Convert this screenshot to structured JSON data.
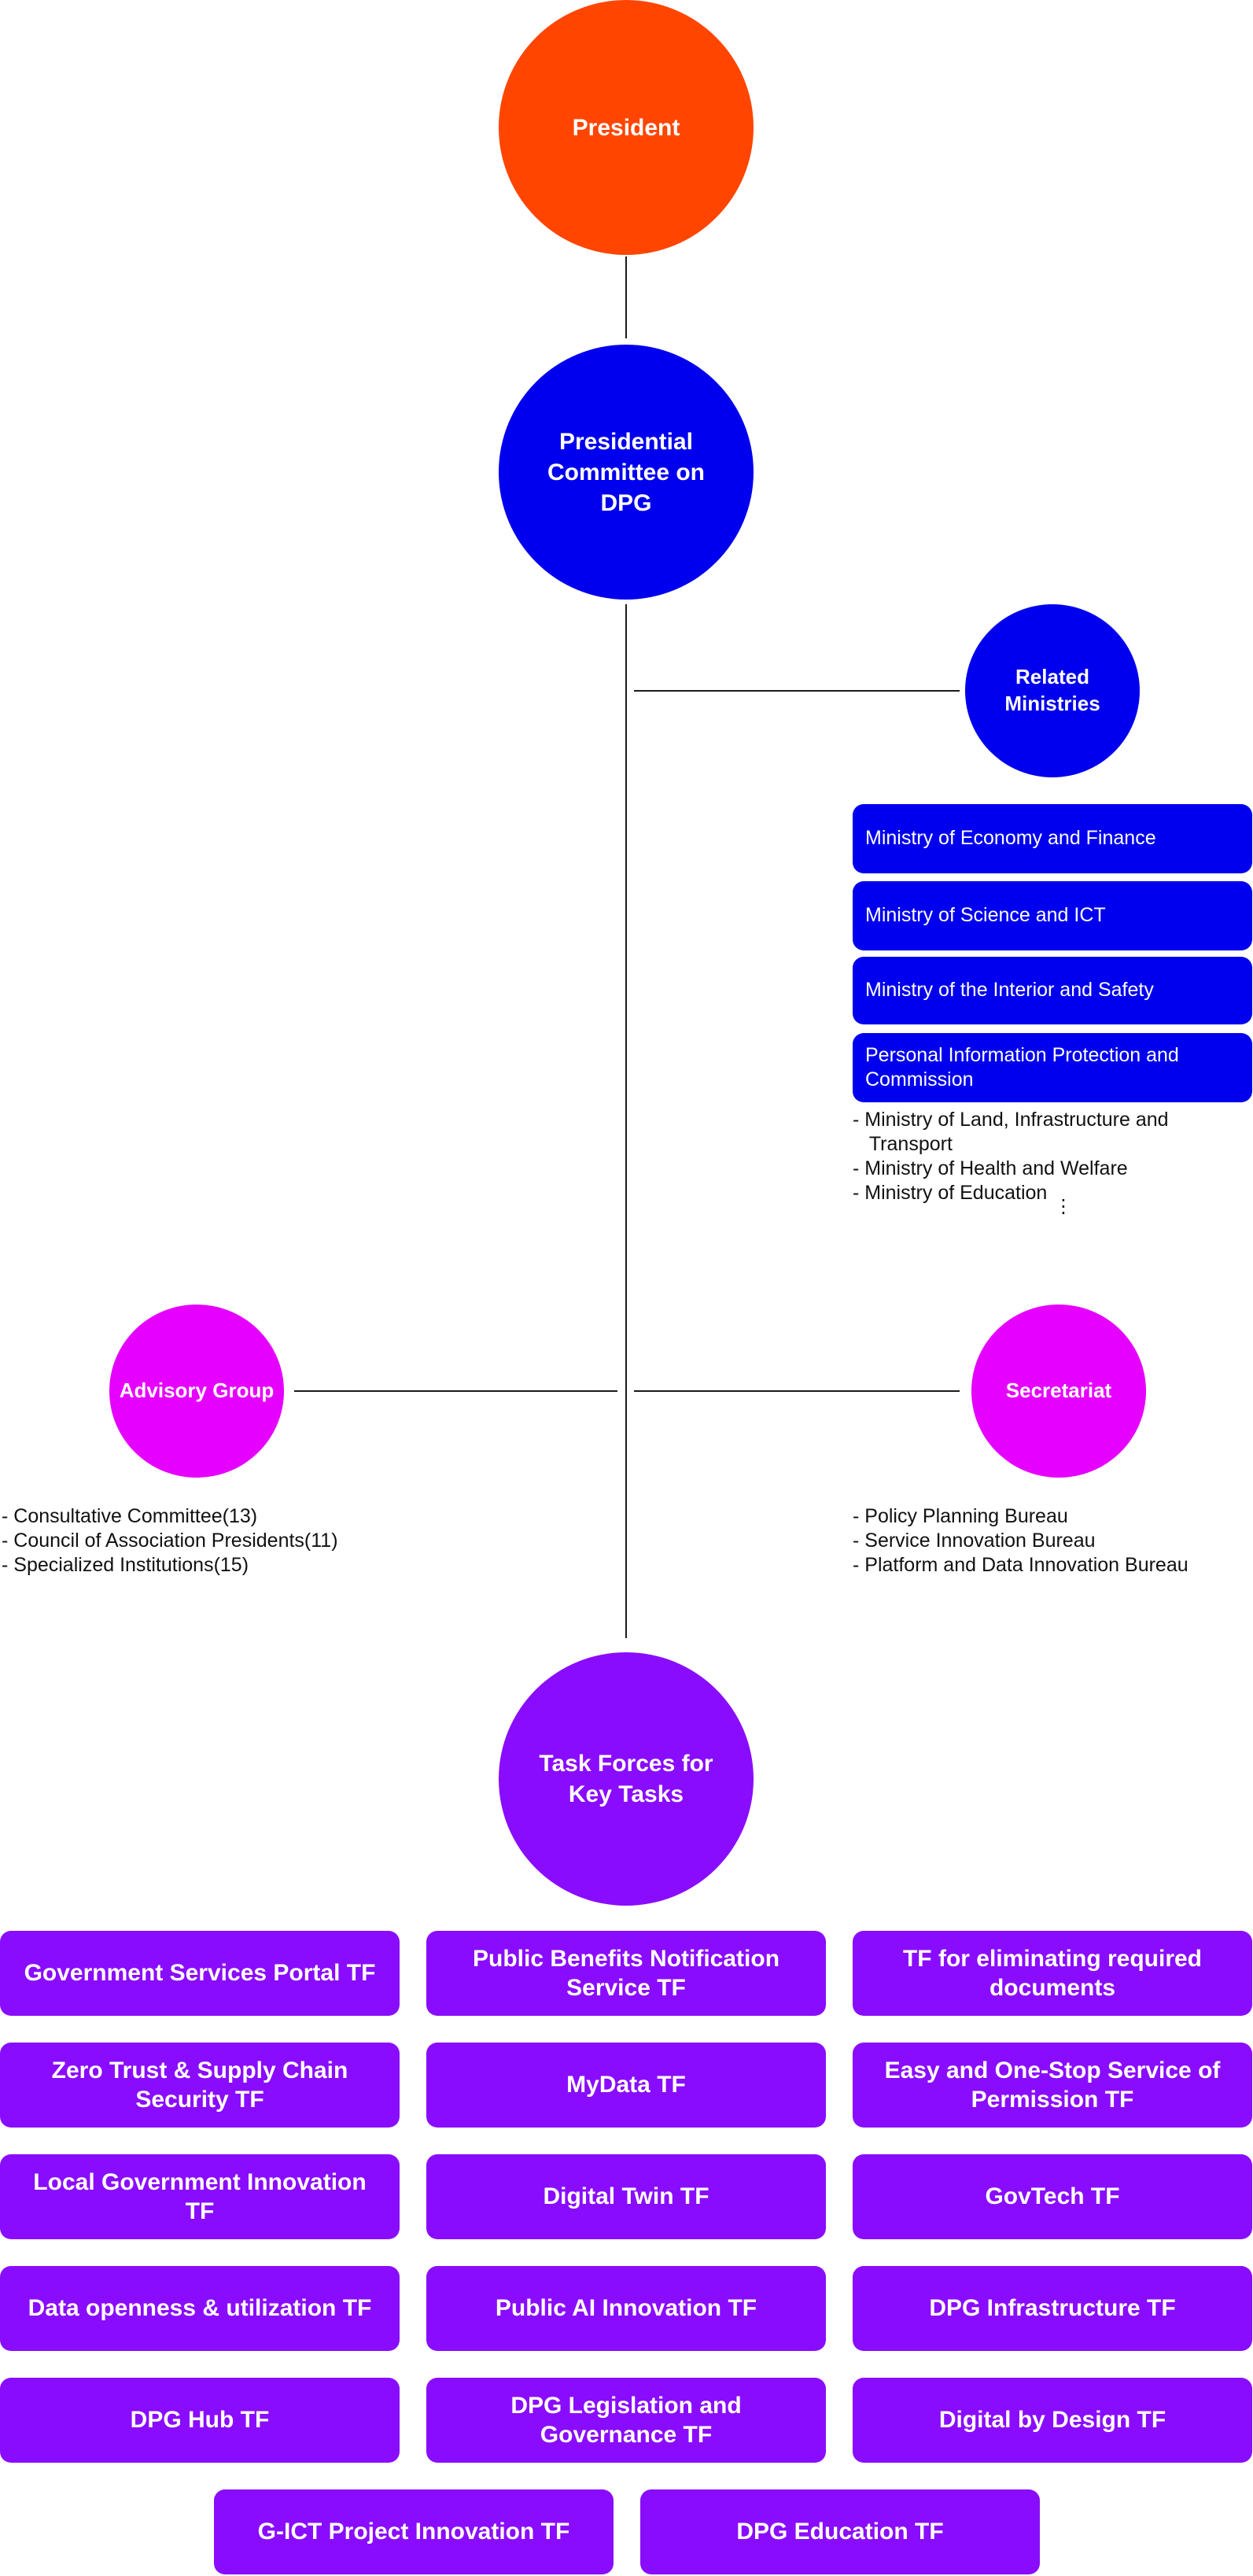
{
  "nodes": {
    "president": {
      "label": "President",
      "color": "#ff4500"
    },
    "committee": {
      "label": "Presidential Committee on DPG",
      "color": "#0000ee"
    },
    "ministries": {
      "label": "Related Ministries",
      "color": "#0000ee"
    },
    "advisory": {
      "label": "Advisory Group",
      "color": "#e600ff"
    },
    "secretariat": {
      "label": "Secretariat",
      "color": "#e600ff"
    },
    "taskforces": {
      "label": "Task Forces for Key Tasks",
      "color": "#8a0cff"
    }
  },
  "ministry_boxes": [
    "Ministry of Economy and Finance",
    "Ministry of Science and ICT",
    "Ministry of the Interior and Safety",
    "Personal Information Protection and Commission"
  ],
  "ministry_list": [
    "- Ministry of Land, Infrastructure and\n   Transport",
    "- Ministry of Health and Welfare",
    "- Ministry of Education"
  ],
  "ministry_more": "⋮",
  "advisory_list": [
    "- Consultative Committee(13)",
    "- Council of Association Presidents(11)",
    "- Specialized Institutions(15)"
  ],
  "secretariat_list": [
    "- Policy Planning Bureau",
    "- Service Innovation Bureau",
    "- Platform and Data Innovation Bureau"
  ],
  "task_forces": [
    "Government Services Portal TF",
    "Public Benefits Notification Service TF",
    "TF for eliminating required documents",
    "Zero Trust & Supply Chain Security TF",
    "MyData TF",
    "Easy and One-Stop Service of Permission TF",
    "Local Government Innovation TF",
    "Digital Twin TF",
    "GovTech TF",
    "Data openness & utilization TF",
    "Public AI Innovation TF",
    "DPG Infrastructure TF",
    "DPG Hub TF",
    "DPG Legislation and Governance TF",
    "Digital by Design TF",
    "G-ICT Project Innovation TF",
    "DPG Education TF"
  ]
}
